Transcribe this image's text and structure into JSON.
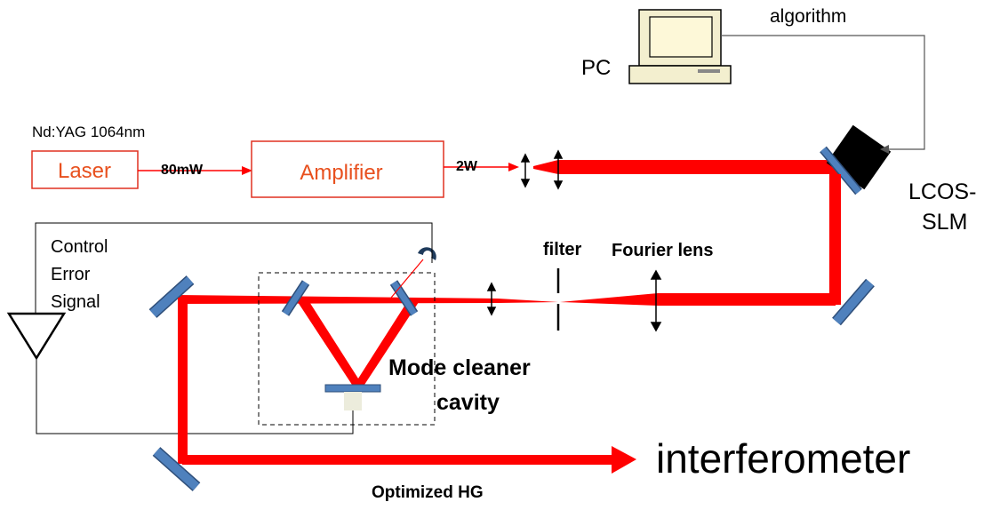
{
  "labels": {
    "source": "Nd:YAG  1064nm",
    "laser": "Laser",
    "power_in": "80mW",
    "amplifier": "Amplifier",
    "power_out": "2W",
    "pc": "PC",
    "algorithm": "algorithm",
    "slm_line1": "LCOS-",
    "slm_line2": "SLM",
    "filter": "filter",
    "fourier_lens": "Fourier lens",
    "control_line1": "Control",
    "control_line2": "Error",
    "control_line3": "Signal",
    "cavity_line1": "Mode cleaner",
    "cavity_line2": "cavity",
    "interferometer": "interferometer",
    "output": "Optimized  HG"
  },
  "colors": {
    "beam": "#ff0000",
    "laser_box": "#e03020",
    "mirror_fill": "#4f81bd",
    "mirror_stroke": "#2f4f7a",
    "slm_body": "#000000",
    "pc_screen": "#fdf8d8",
    "pc_body": "#f3efcf"
  },
  "icons": [
    "pc-icon",
    "photodetector-icon",
    "amplifier-triangle-icon",
    "lens-icon",
    "mirror-icon",
    "arrow-head-icon"
  ]
}
